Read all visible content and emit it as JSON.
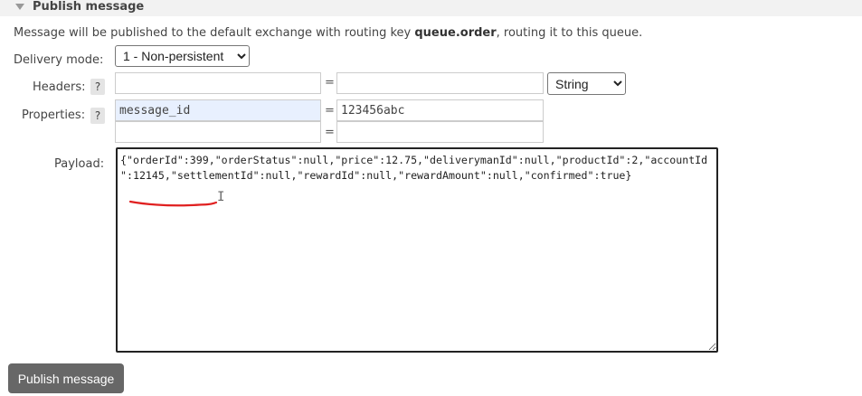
{
  "section": {
    "title": "Publish message"
  },
  "info": {
    "prefix": "Message will be published to the default exchange with routing key ",
    "routing_key": "queue.order",
    "suffix": ", routing it to this queue."
  },
  "delivery": {
    "label": "Delivery mode:",
    "selected": "1 - Non-persistent"
  },
  "headers": {
    "label": "Headers:",
    "help": "?",
    "key": "",
    "value": "",
    "eq": "=",
    "type_selected": "String"
  },
  "properties": {
    "label": "Properties:",
    "help": "?",
    "eq": "=",
    "rows": [
      {
        "key": "message_id",
        "value": "123456abc"
      },
      {
        "key": "",
        "value": ""
      }
    ]
  },
  "payload": {
    "label": "Payload:",
    "value": "{\"orderId\":399,\"orderStatus\":null,\"price\":12.75,\"deliverymanId\":null,\"productId\":2,\"accountId\":12145,\"settlementId\":null,\"rewardId\":null,\"rewardAmount\":null,\"confirmed\":true}\n"
  },
  "publish_button": {
    "label": "Publish message"
  },
  "colors": {
    "button_bg": "#676767",
    "annotation": "#e02020",
    "highlight_field": "#e8f0fe"
  }
}
